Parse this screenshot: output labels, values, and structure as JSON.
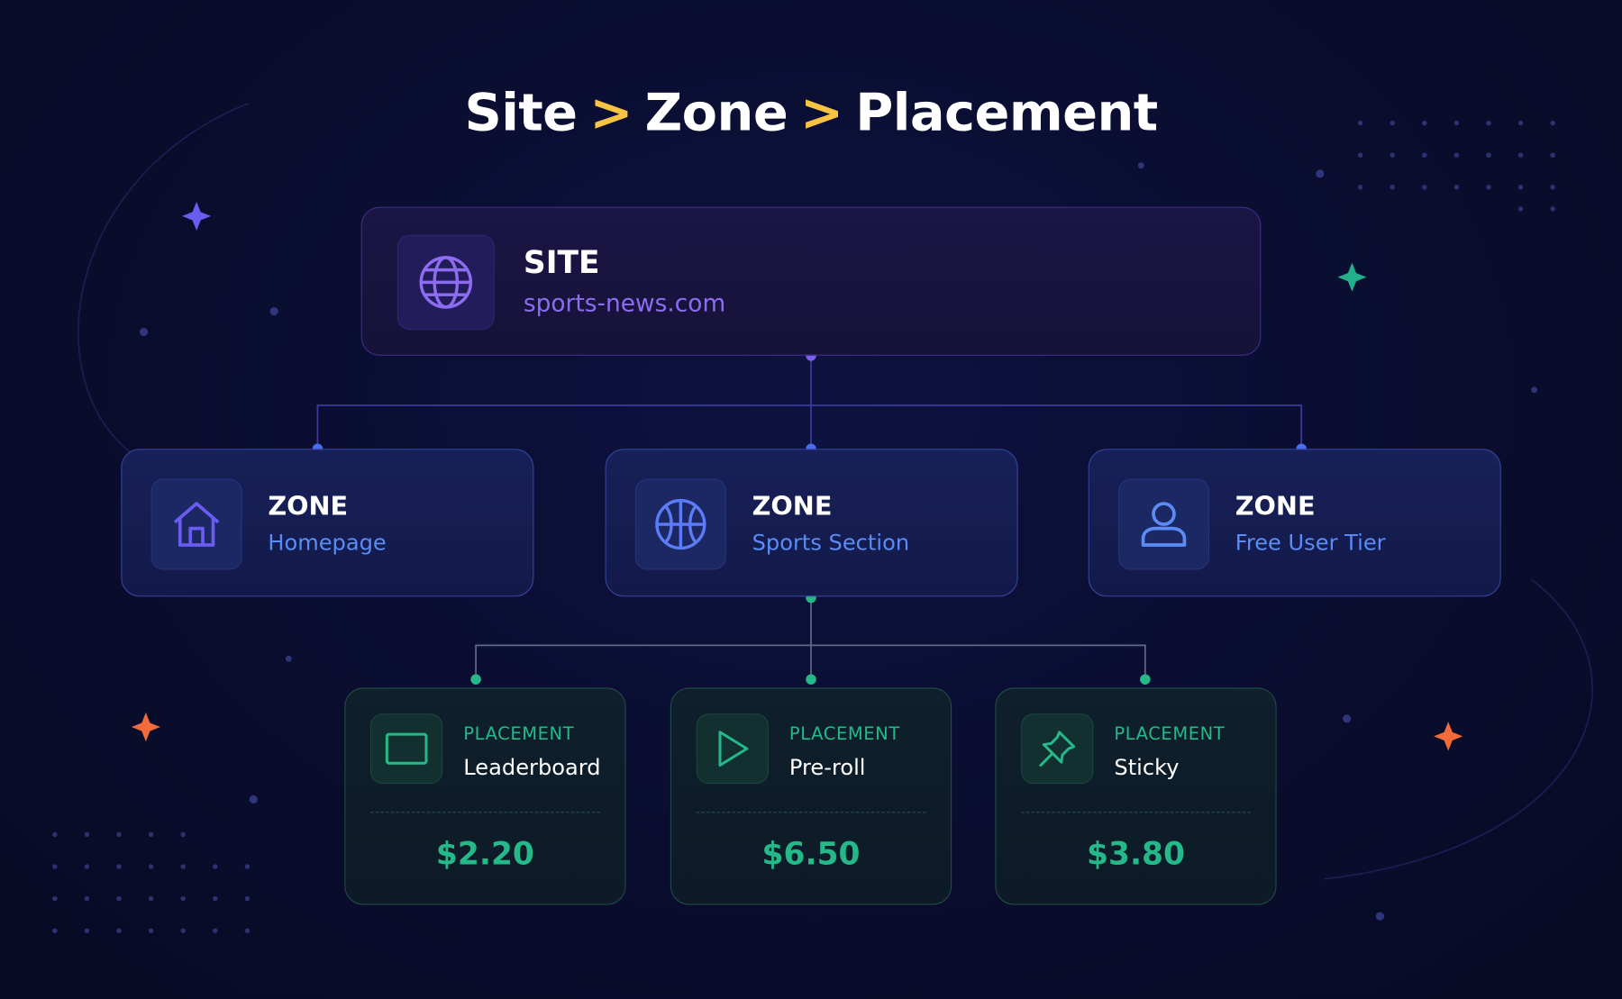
{
  "title": {
    "part1": "Site",
    "sep1": ">",
    "part2": "Zone",
    "sep2": ">",
    "part3": "Placement"
  },
  "colors": {
    "background": "#0a0d2b",
    "site_accent": "#8c6cf0",
    "zone_accent": "#5b8cf6",
    "placement_accent": "#25b989",
    "separator": "#f6c343"
  },
  "site": {
    "kicker": "SITE",
    "name": "sports-news.com",
    "icon": "globe-icon"
  },
  "zones": [
    {
      "kicker": "ZONE",
      "name": "Homepage",
      "icon": "home-icon"
    },
    {
      "kicker": "ZONE",
      "name": "Sports Section",
      "icon": "basketball-icon"
    },
    {
      "kicker": "ZONE",
      "name": "Free User Tier",
      "icon": "user-icon"
    }
  ],
  "placements": [
    {
      "kicker": "PLACEMENT",
      "name": "Leaderboard",
      "price": "$2.20",
      "icon": "rectangle-icon"
    },
    {
      "kicker": "PLACEMENT",
      "name": "Pre-roll",
      "price": "$6.50",
      "icon": "play-icon"
    },
    {
      "kicker": "PLACEMENT",
      "name": "Sticky",
      "price": "$3.80",
      "icon": "pin-icon"
    }
  ]
}
